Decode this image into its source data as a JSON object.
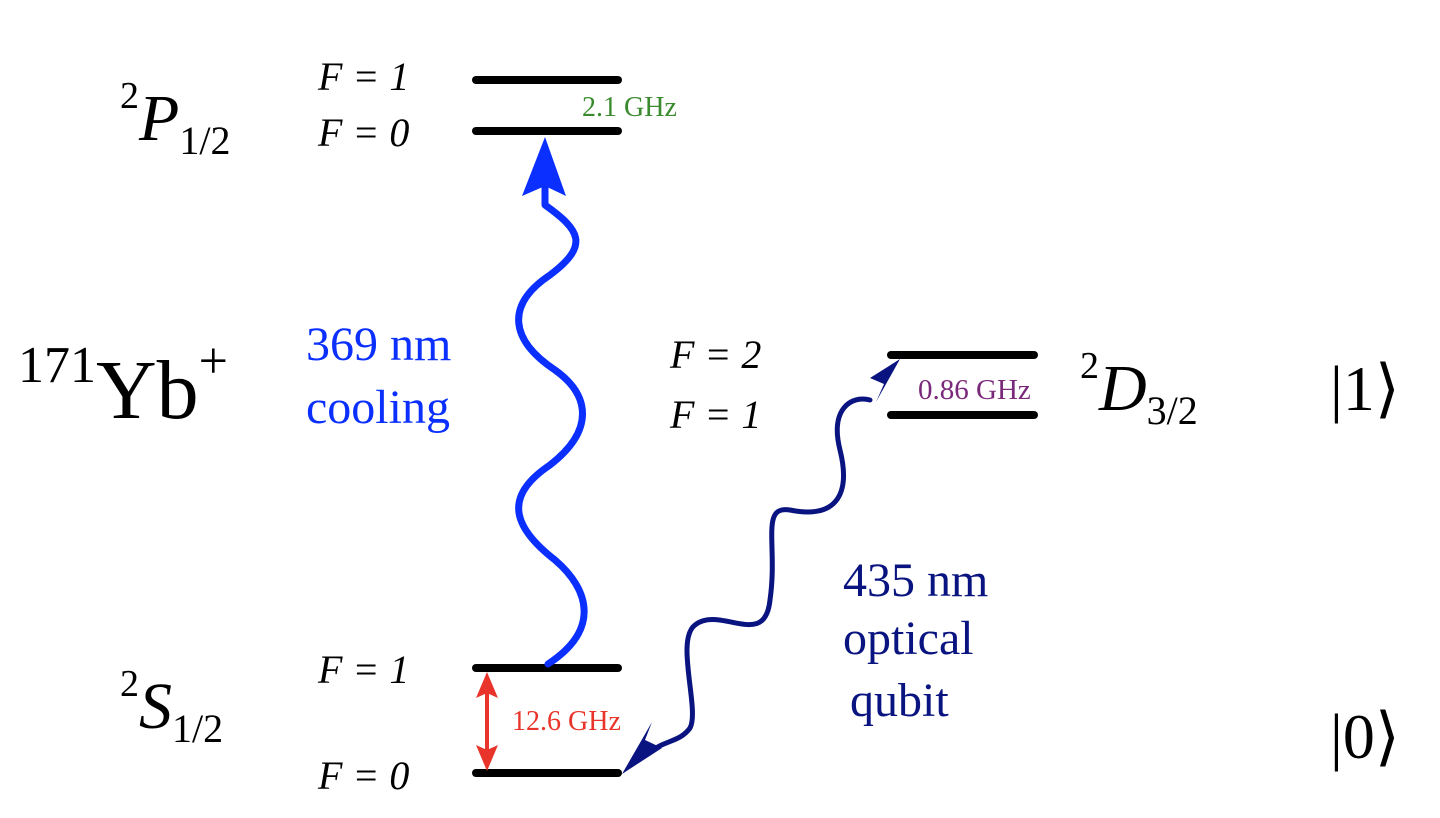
{
  "colors": {
    "level": "#000000",
    "cooling": "#0a2fff",
    "optical": "#0a1480",
    "splitting_s": "#e8342a",
    "splitting_p": "#3a8a2e",
    "splitting_d": "#7b2a7b"
  },
  "species": {
    "mass": "171",
    "element": "Yb",
    "charge": "+"
  },
  "levels": {
    "p": {
      "term_super": "2",
      "term_letter": "P",
      "term_sub": "1/2",
      "upper_F": "F = 1",
      "lower_F": "F = 0",
      "splitting": "2.1 GHz"
    },
    "s": {
      "term_super": "2",
      "term_letter": "S",
      "term_sub": "1/2",
      "upper_F": "F = 1",
      "lower_F": "F = 0",
      "splitting": "12.6 GHz"
    },
    "d": {
      "term_super": "2",
      "term_letter": "D",
      "term_sub": "3/2",
      "upper_F": "F = 2",
      "lower_F": "F = 1",
      "splitting": "0.86 GHz"
    }
  },
  "transitions": {
    "cooling": {
      "line1": "369 nm",
      "line2": "cooling"
    },
    "optical": {
      "line1": "435 nm",
      "line2": "optical",
      "line3": "qubit"
    }
  },
  "qubit_states": {
    "one": "|1⟩",
    "zero": "|0⟩"
  }
}
